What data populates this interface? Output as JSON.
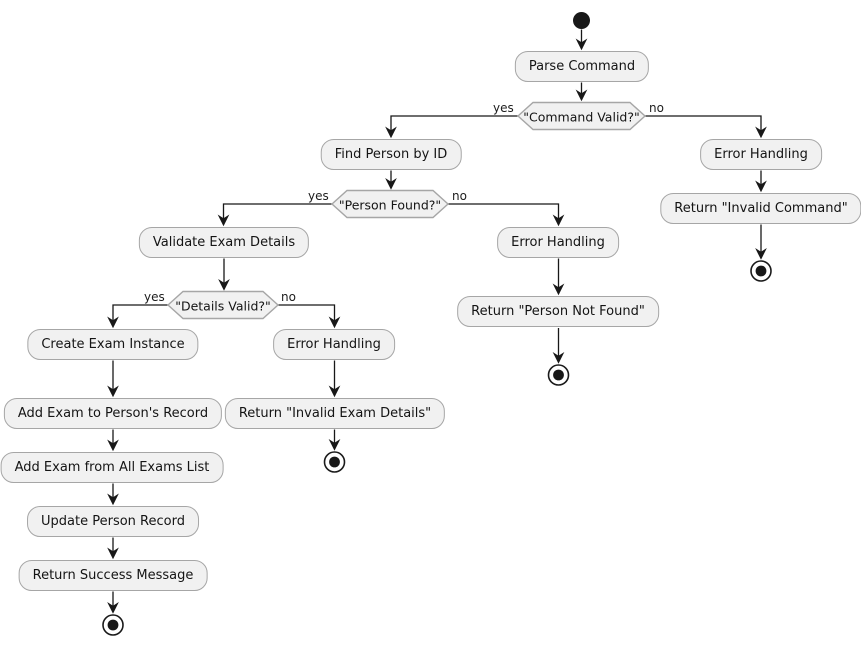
{
  "diagram": {
    "type": "activity-flowchart",
    "edge_labels": {
      "yes": "yes",
      "no": "no"
    },
    "nodes": {
      "parse_command": "Parse Command",
      "find_person": "Find Person by ID",
      "validate_exam": "Validate Exam Details",
      "create_exam": "Create Exam Instance",
      "add_exam_person": "Add Exam to Person's Record",
      "add_exam_all": "Add Exam from All Exams List",
      "update_person": "Update Person Record",
      "return_success": "Return Success Message",
      "error_handling_details": "Error Handling",
      "return_invalid_exam": "Return \"Invalid Exam Details\"",
      "error_handling_person": "Error Handling",
      "return_person_not_found": "Return \"Person Not Found\"",
      "error_handling_command": "Error Handling",
      "return_invalid_command": "Return \"Invalid Command\""
    },
    "decisions": {
      "command_valid": "\"Command Valid?\"",
      "person_found": "\"Person Found?\"",
      "details_valid": "\"Details Valid?\""
    },
    "colors": {
      "node_fill": "#f1f1f1",
      "node_border": "#a6a6a6",
      "line": "#181818",
      "text": "#141414",
      "background": "#ffffff"
    }
  }
}
